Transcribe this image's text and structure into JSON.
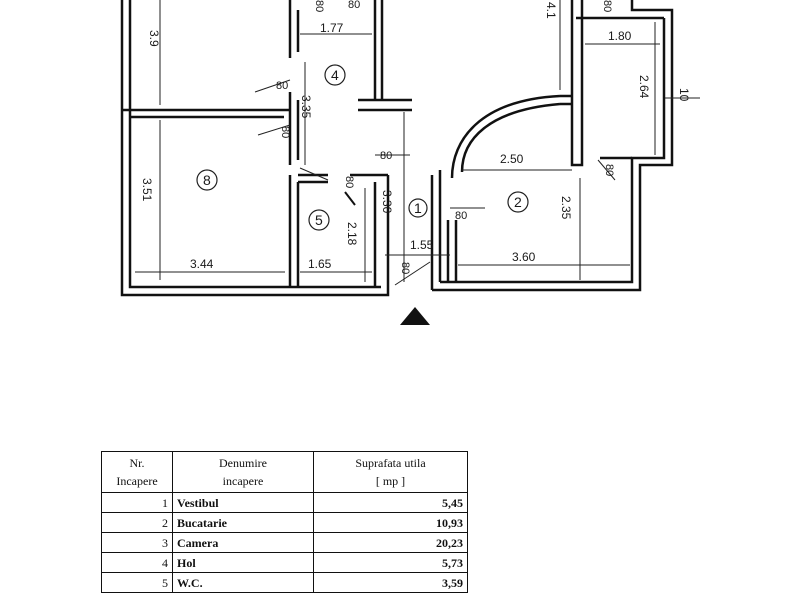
{
  "plan": {
    "dimensions": [
      "3.9",
      "1.77",
      "3.35",
      "3.51",
      "3.44",
      "2.18",
      "1.65",
      "3.30",
      "1.55",
      "2.50",
      "3.60",
      "2.35",
      "1.80",
      "2.64",
      "4.1",
      "10"
    ],
    "door_widths": [
      "80",
      "80",
      "80",
      "80",
      "80",
      "80",
      "80",
      "80",
      "80",
      "80"
    ],
    "room_numbers": [
      "1",
      "2",
      "4",
      "5",
      "8"
    ]
  },
  "table": {
    "headers": {
      "nr": [
        "Nr.",
        "Incapere"
      ],
      "name": [
        "Denumire",
        "incapere"
      ],
      "area": [
        "Suprafata utila",
        "[ mp ]"
      ]
    },
    "rows": [
      {
        "nr": "1",
        "name": "Vestibul",
        "area": "5,45"
      },
      {
        "nr": "2",
        "name": "Bucatarie",
        "area": "10,93"
      },
      {
        "nr": "3",
        "name": "Camera",
        "area": "20,23"
      },
      {
        "nr": "4",
        "name": "Hol",
        "area": "5,73"
      },
      {
        "nr": "5",
        "name": "W.C.",
        "area": "3,59"
      }
    ]
  }
}
